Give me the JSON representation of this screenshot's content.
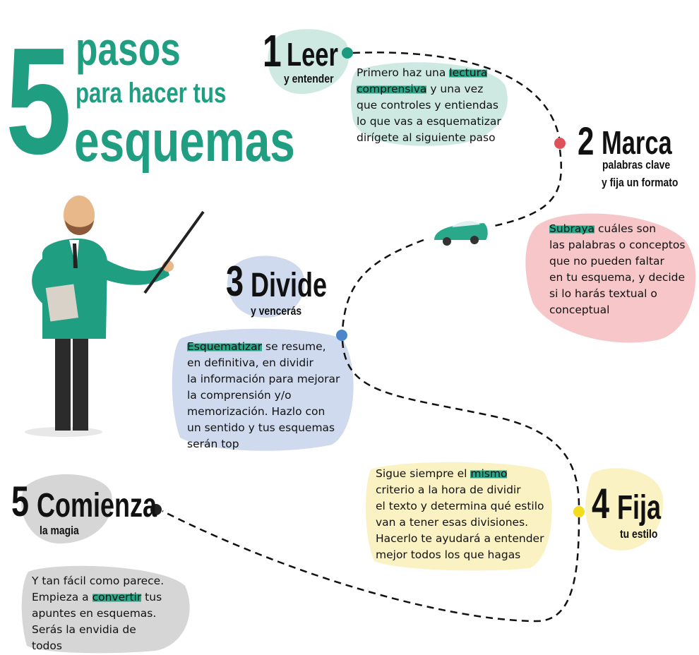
{
  "title": {
    "number": "5",
    "line1": "pasos",
    "line2": "para hacer tus",
    "line3": "esquemas"
  },
  "colors": {
    "teal": "#1f9e82",
    "step1": "#cde9e2",
    "step2": "#f6c6c9",
    "step3": "#cfdaee",
    "step4": "#fbf2c3",
    "step5": "#d6d6d6"
  },
  "steps": [
    {
      "num": "1",
      "title": "Leer",
      "subtitle": "y entender",
      "lines": [
        [
          "Primero haz una ",
          {
            "hl": "lectura"
          }
        ],
        [
          {
            "hl": "comprensiva"
          },
          " y una vez"
        ],
        [
          "que controles y entiendas"
        ],
        [
          "lo que vas a esquematizar"
        ],
        [
          "dirígete al siguiente paso"
        ]
      ]
    },
    {
      "num": "2",
      "title": "Marca",
      "subtitle": "palabras clave",
      "subtitle2": "y fija un formato",
      "lines": [
        [
          {
            "hl": "Subraya"
          },
          " cuáles son"
        ],
        [
          "las palabras o conceptos"
        ],
        [
          "que no pueden faltar"
        ],
        [
          "en tu esquema, y decide"
        ],
        [
          "si lo harás textual o"
        ],
        [
          "conceptual"
        ]
      ]
    },
    {
      "num": "3",
      "title": "Divide",
      "subtitle": "y vencerás",
      "lines": [
        [
          {
            "hl": "Esquematizar"
          },
          " se resume,"
        ],
        [
          "en definitiva, en dividir"
        ],
        [
          "la información para mejorar"
        ],
        [
          "la comprensión y/o"
        ],
        [
          "memorización. Hazlo con"
        ],
        [
          "un sentido y tus esquemas"
        ],
        [
          "serán top"
        ]
      ]
    },
    {
      "num": "4",
      "title": "Fija",
      "subtitle": "tu estilo",
      "lines": [
        [
          "Sigue siempre el ",
          {
            "hl": "mismo"
          }
        ],
        [
          "criterio a la hora de dividir"
        ],
        [
          "el texto y determina qué estilo"
        ],
        [
          "van a tener esas divisiones."
        ],
        [
          "Hacerlo te ayudará a entender"
        ],
        [
          "mejor todos los que hagas"
        ]
      ]
    },
    {
      "num": "5",
      "title": "Comienza",
      "subtitle": "la magia",
      "lines": [
        [
          "Y tan fácil como parece."
        ],
        [
          "Empieza a ",
          {
            "hl": "convertir"
          },
          " tus"
        ],
        [
          "apuntes en esquemas."
        ],
        [
          "Serás la envidia de"
        ],
        [
          "todos"
        ]
      ]
    }
  ]
}
